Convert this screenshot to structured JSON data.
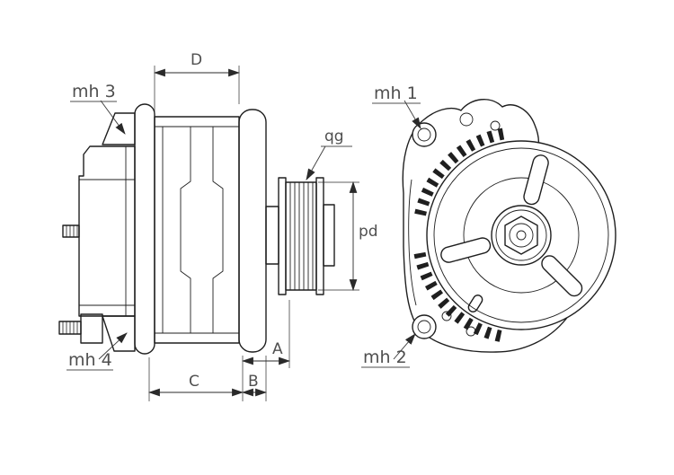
{
  "drawing": {
    "labels": {
      "mh1": "mh 1",
      "mh2": "mh 2",
      "mh3": "mh 3",
      "mh4": "mh 4"
    },
    "dimensions": {
      "d": "D",
      "c": "C",
      "b": "B",
      "a": "A",
      "pd": "pd",
      "qg": "qg"
    },
    "colors": {
      "background": "#ffffff",
      "part_line": "#1f1f1f",
      "annotation": "#4f4f4f"
    }
  }
}
